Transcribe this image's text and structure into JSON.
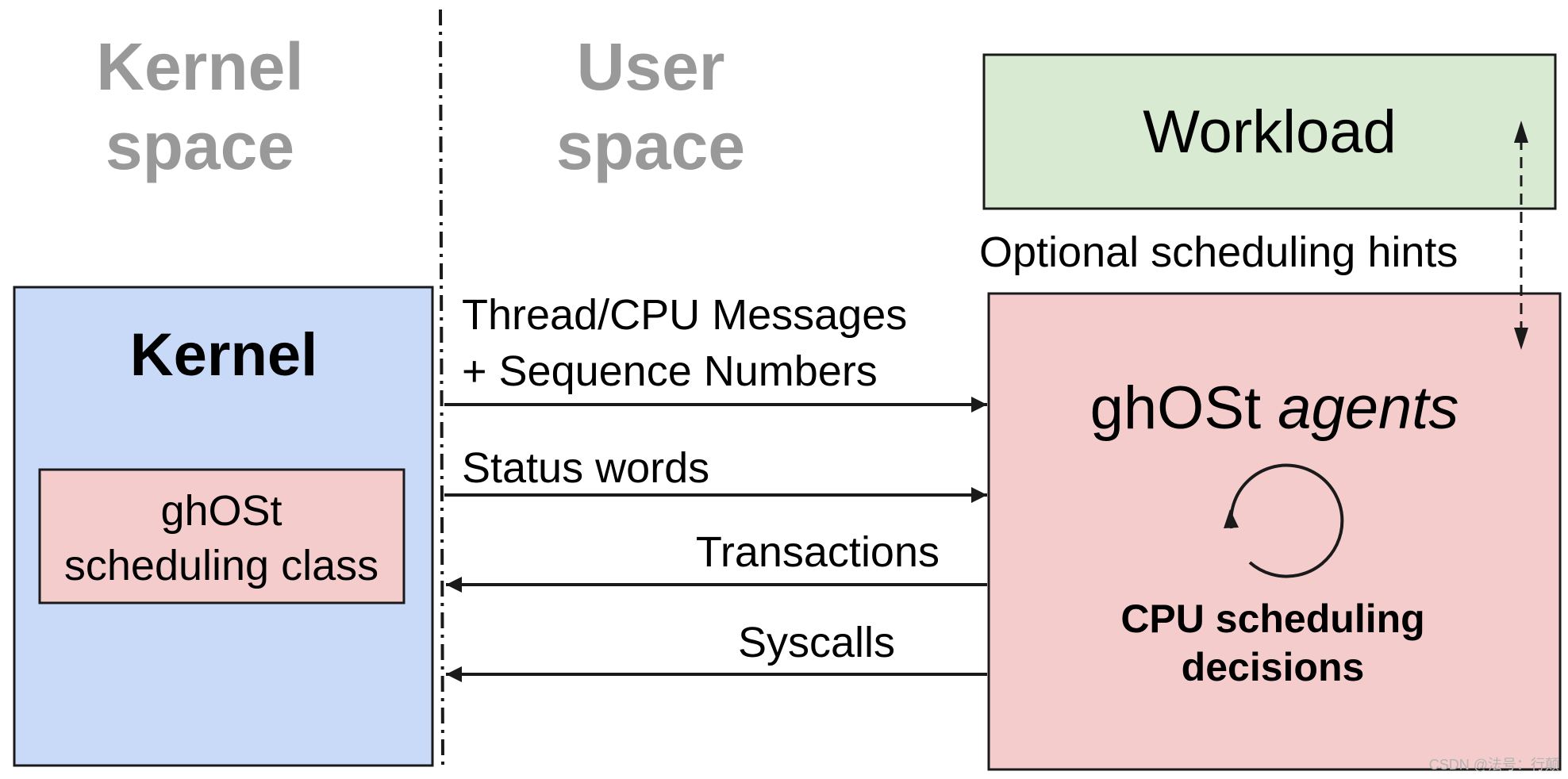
{
  "regions": {
    "kernel_space": [
      "Kernel",
      "space"
    ],
    "user_space": [
      "User",
      "space"
    ]
  },
  "kernel_box": {
    "title": "Kernel",
    "inner_box": [
      "ghOSt",
      "scheduling class"
    ]
  },
  "workload_box": {
    "title": "Workload"
  },
  "hints_label": "Optional scheduling hints",
  "agents_box": {
    "title_plain": "ghOSt",
    "title_italic": "agents",
    "caption": [
      "CPU scheduling",
      "decisions"
    ]
  },
  "arrows": [
    {
      "label": [
        "Thread/CPU Messages",
        "+ Sequence Numbers"
      ],
      "direction": "to-user"
    },
    {
      "label": [
        "Status words"
      ],
      "direction": "to-user"
    },
    {
      "label": [
        "Transactions"
      ],
      "direction": "to-kernel"
    },
    {
      "label": [
        "Syscalls"
      ],
      "direction": "to-kernel"
    }
  ],
  "watermark": "CSDN @法号：行颠",
  "colors": {
    "kernel_fill": "#c9daf8",
    "inner_fill": "#f4cccc",
    "workload_fill": "#d9ead3",
    "agents_fill": "#f4cccc",
    "region_text": "#999999",
    "stroke": "#1a1a1a",
    "watermark_text": "#b3b3b3"
  }
}
